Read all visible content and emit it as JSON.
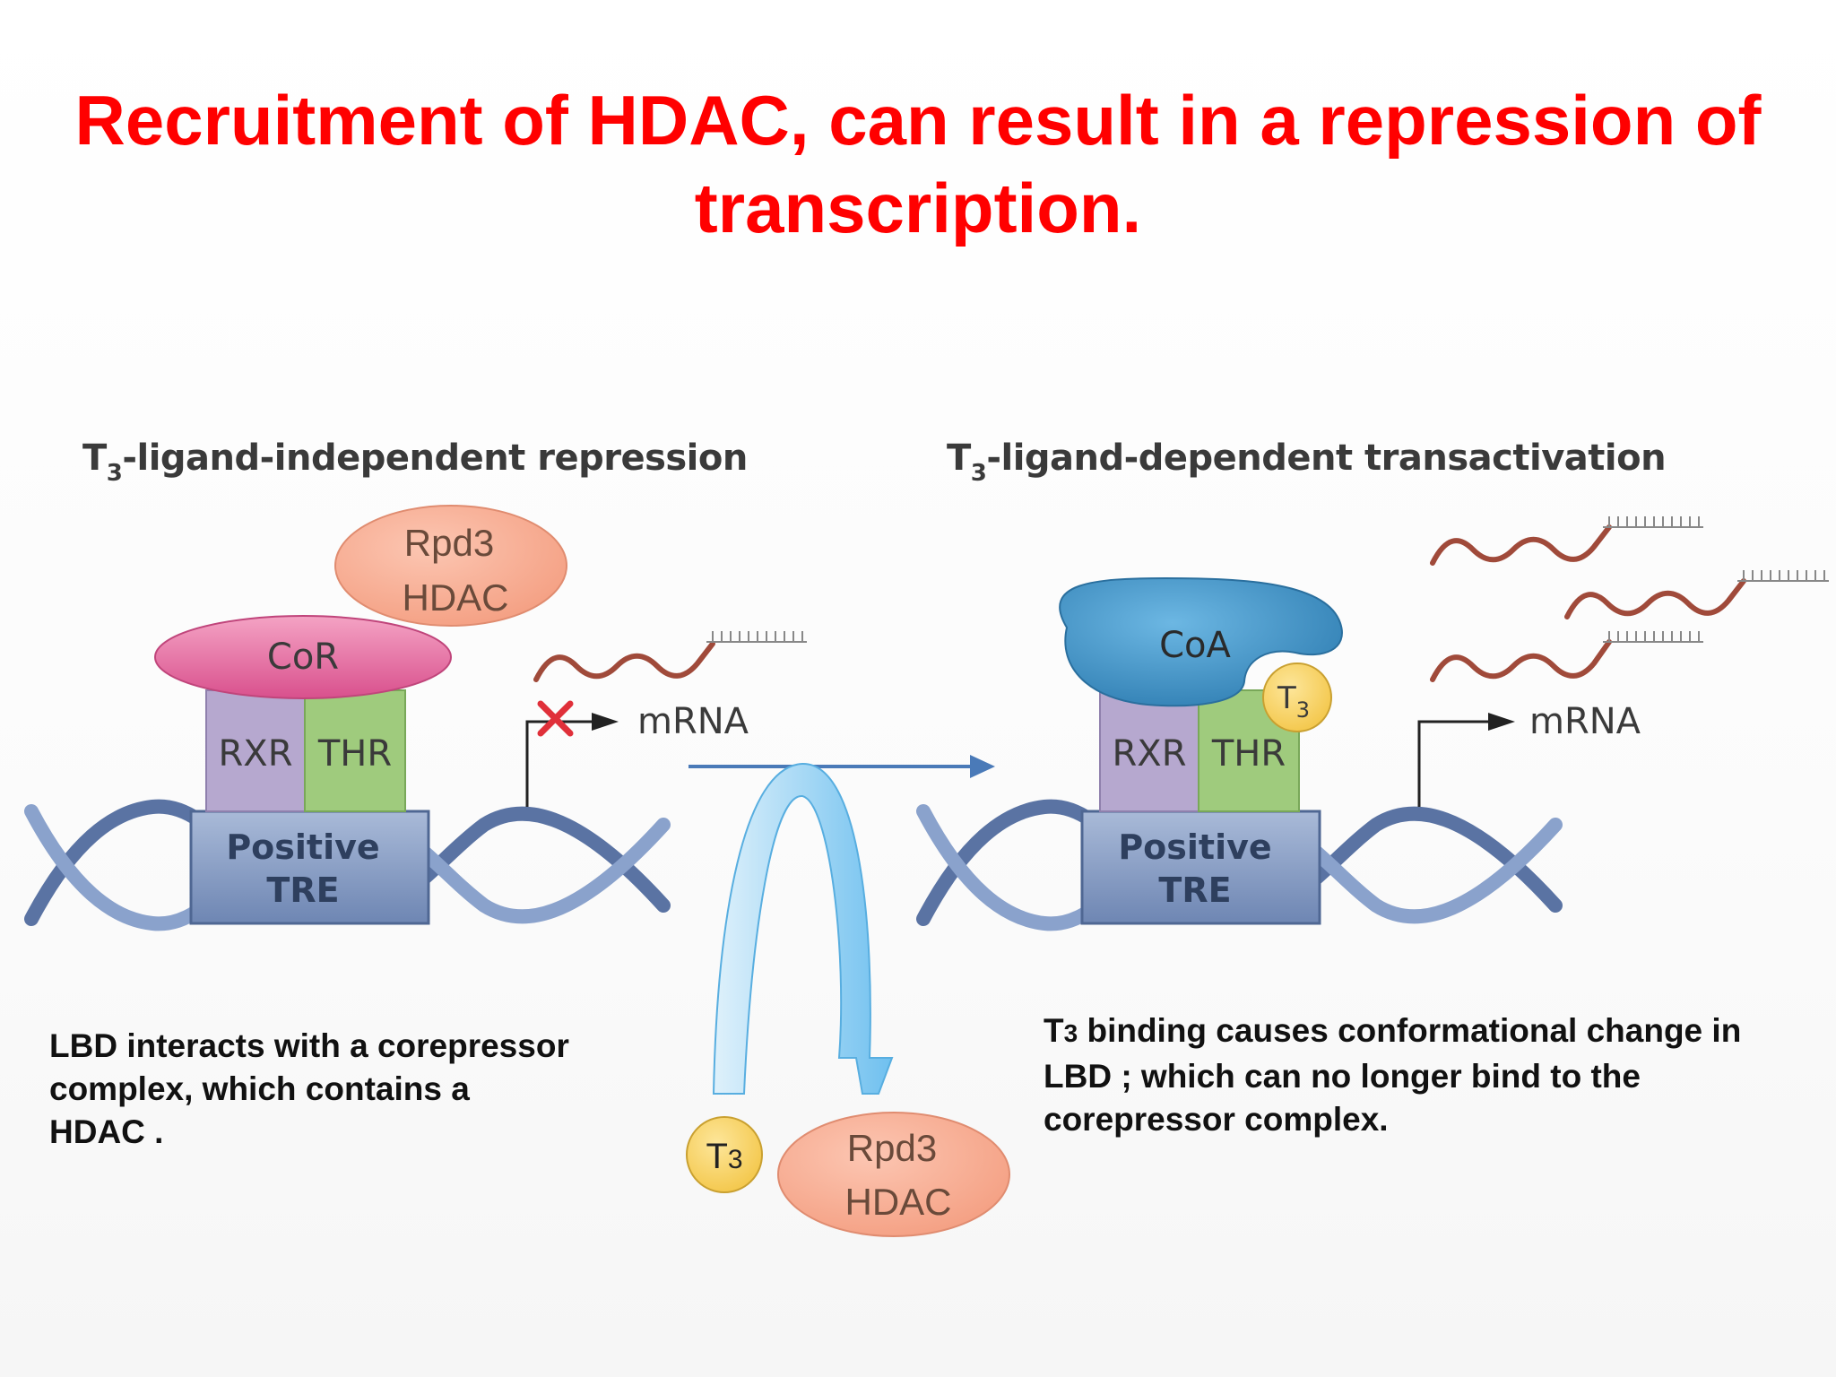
{
  "title": {
    "line1": "Recruitment of HDAC, can result in a repression of",
    "line2": "transcription."
  },
  "left_panel": {
    "heading_prefix": "T",
    "heading_sub": "3",
    "heading_rest": "-ligand-independent repression",
    "hdac_line1": "Rpd3",
    "hdac_line2": "HDAC",
    "corepressor_label": "CoR",
    "rxr_label": "RXR",
    "thr_label": "THR",
    "tre_line1": "Positive",
    "tre_line2": "TRE",
    "mrna_label": "mRNA",
    "blocked_icon": "red-x-icon"
  },
  "right_panel": {
    "heading_prefix": "T",
    "heading_sub": "3",
    "heading_rest": "-ligand-dependent transactivation",
    "coactivator_label": "CoA",
    "t3_prefix": "T",
    "t3_sub": "3",
    "rxr_label": "RXR",
    "thr_label": "THR",
    "tre_line1": "Positive",
    "tre_line2": "TRE",
    "mrna_label": "mRNA"
  },
  "center": {
    "t3_prefix": "T",
    "t3_sub": "3",
    "hdac_line1": "Rpd3",
    "hdac_line2": "HDAC"
  },
  "notes": {
    "left_line1": "LBD interacts with a corepressor",
    "left_line2": "complex, which contains a",
    "left_line3": "HDAC .",
    "right_t3_prefix": "T",
    "right_t3_sub": "3",
    "right_line1_rest": " binding causes conformational change in",
    "right_line2": "LBD ; which can no longer bind to the",
    "right_line3": "corepressor complex."
  },
  "colors": {
    "title": "#ff0000",
    "corepressor": "#e673a3",
    "coactivator": "#3d8fc4",
    "rxr": "#b6a8cf",
    "thr": "#9fcb7d",
    "tre": "#7f96bf",
    "hdac": "#f6a98f",
    "t3": "#f8d35a",
    "mrna_wave": "#a04a3a",
    "dna": "#5a73a3",
    "arrow": "#4a7ab8",
    "curved_arrow": "#7ec6f0"
  }
}
